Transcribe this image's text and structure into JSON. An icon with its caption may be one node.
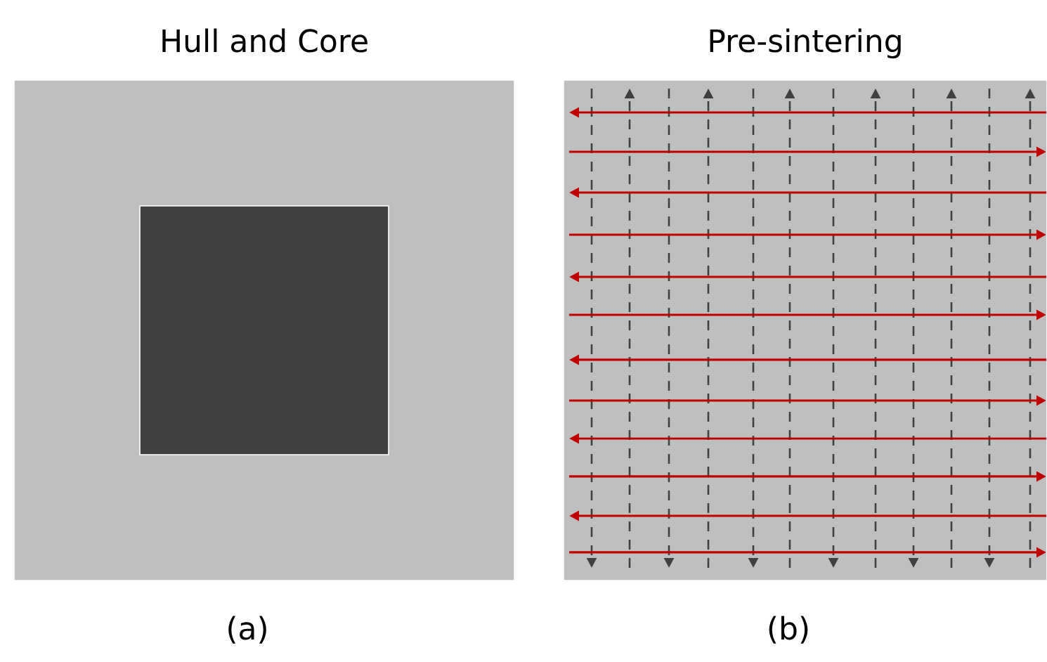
{
  "diagram": {
    "nodes": [
      {
        "text": [
          "Hull and Core"
        ],
        "beside": [
          "(a)"
        ]
      },
      {
        "text": [],
        "shape": "box",
        "in": 0
      },
      {
        "text": [
          "Pre-sintering"
        ],
        "beside": [
          "(b)"
        ]
      }
    ]
  }
}
